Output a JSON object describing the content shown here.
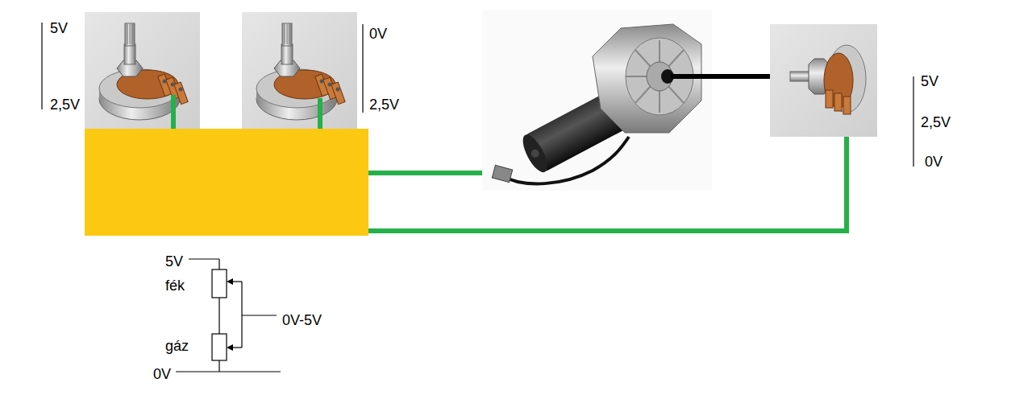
{
  "diagram": {
    "labels": [
      "5V",
      "2,5V",
      "0V",
      "2,5V",
      "5V",
      "2,5V",
      "0V",
      "5V",
      "fék",
      "0V-5V",
      "gáz",
      "0V"
    ]
  }
}
